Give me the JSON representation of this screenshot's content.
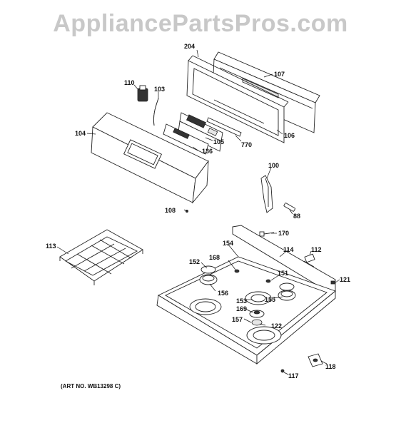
{
  "watermark": "AppliancePartsPros.com",
  "art_number": "(ART NO. WB13298 C)",
  "callouts": {
    "c204": "204",
    "c107": "107",
    "c110": "110",
    "c103": "103",
    "c104": "104",
    "c105": "105",
    "c136": "136",
    "c770": "770",
    "c106": "106",
    "c100": "100",
    "c88": "88",
    "c108": "108",
    "c170": "170",
    "c113": "113",
    "c154": "154",
    "c114": "114",
    "c112": "112",
    "c152": "152",
    "c168": "168",
    "c151": "151",
    "c121": "121",
    "c156": "156",
    "c153": "153",
    "c155": "155",
    "c169": "169",
    "c157": "157",
    "c122": "122",
    "c118": "118",
    "c117": "117"
  }
}
